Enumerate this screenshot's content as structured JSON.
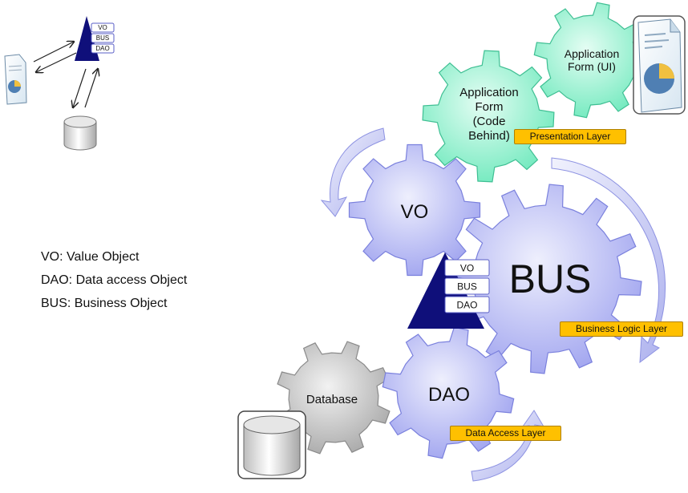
{
  "legend": [
    "VO: Value Object",
    "DAO: Data access Object",
    "BUS: Business Object"
  ],
  "mini": {
    "stack": [
      "VO",
      "BUS",
      "DAO"
    ]
  },
  "gears": {
    "vo": "VO",
    "bus": "BUS",
    "dao": "DAO",
    "database": "Database",
    "app_form_ui": [
      "Application",
      "Form (UI)"
    ],
    "app_form_code": [
      "Application",
      "Form",
      "(Code",
      "Behind)"
    ]
  },
  "stack_labels": [
    "VO",
    "BUS",
    "DAO"
  ],
  "layers": {
    "presentation": "Presentation Layer",
    "business": "Business Logic Layer",
    "data_access": "Data Access Layer"
  },
  "colors": {
    "gear_purple": "#c9cbf7",
    "gear_green": "#9ff2d4",
    "gear_gray": "#cfcfcf",
    "triangle": "#0f0f7a",
    "layer_label": "#ffc000",
    "arrow": "#b3b6ef"
  }
}
